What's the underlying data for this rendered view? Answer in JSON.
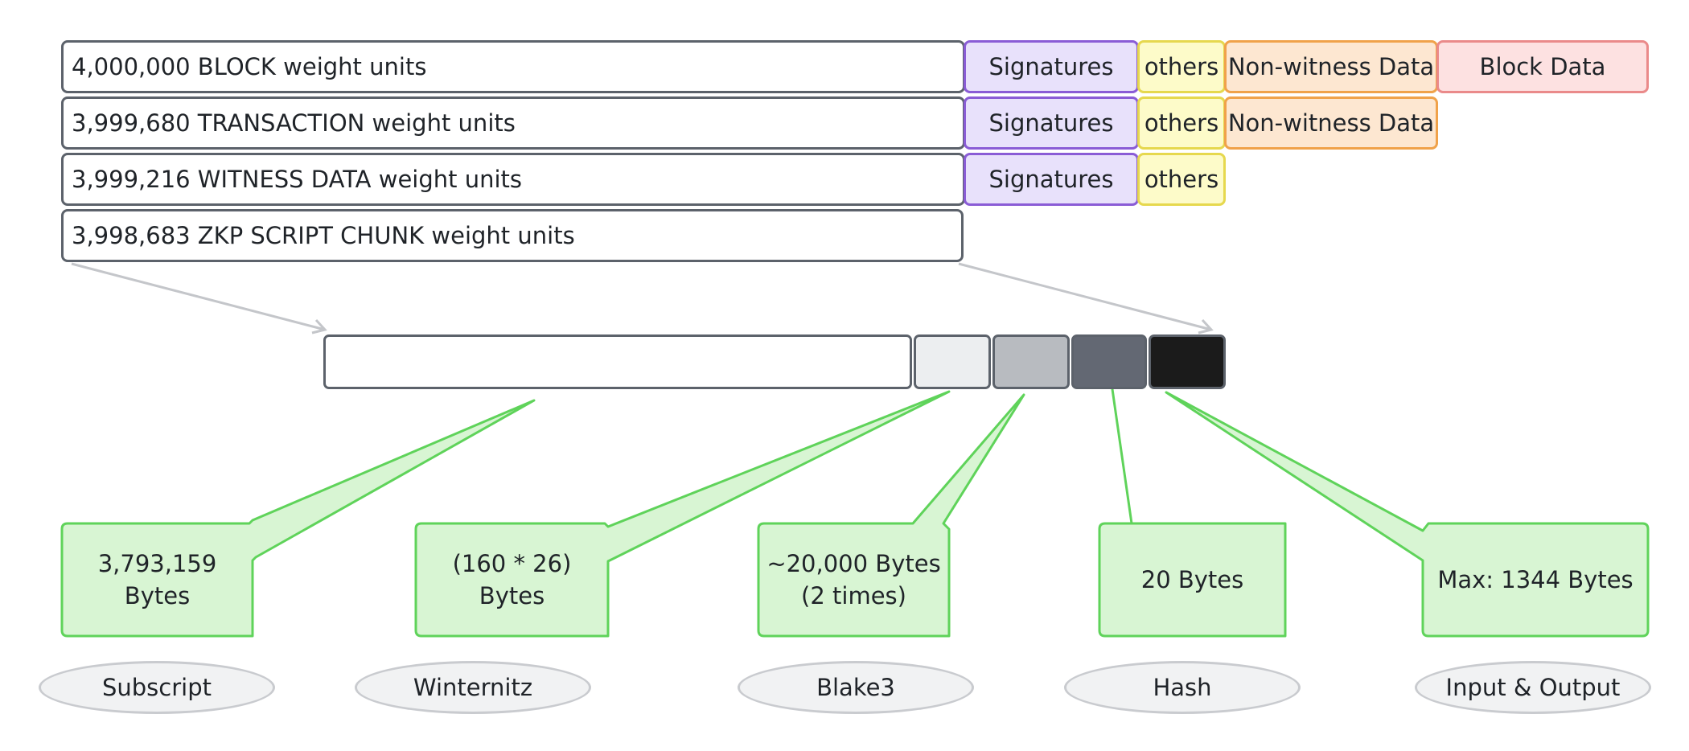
{
  "weight_rows": {
    "block": "4,000,000 BLOCK weight units",
    "transaction": "3,999,680 TRANSACTION weight units",
    "witness": "3,999,216 WITNESS DATA weight units",
    "zkp": "3,998,683 ZKP SCRIPT CHUNK weight units"
  },
  "segments": {
    "signatures": "Signatures",
    "others": "others",
    "non_witness": "Non-witness Data",
    "block_data": "Block Data"
  },
  "chunk_part_colors": [
    "#ffffff",
    "#eceef0",
    "#b8bbc0",
    "#636873",
    "#1b1b1b"
  ],
  "colors": {
    "callout_fill": "#d8f5d3",
    "callout_stroke": "#5fd35a",
    "signatures": "#8a5cd6",
    "others": "#e6d84e",
    "non_witness": "#f0a24a",
    "block_data": "#ea8a8a"
  },
  "callouts": [
    {
      "text": "3,793,159 Bytes"
    },
    {
      "text": "(160 * 26) Bytes"
    },
    {
      "text": "~20,000 Bytes\n(2 times)"
    },
    {
      "text": "20 Bytes"
    },
    {
      "text": "Max: 1344 Bytes"
    }
  ],
  "labels": [
    "Subscript",
    "Winternitz",
    "Blake3",
    "Hash",
    "Input & Output"
  ]
}
